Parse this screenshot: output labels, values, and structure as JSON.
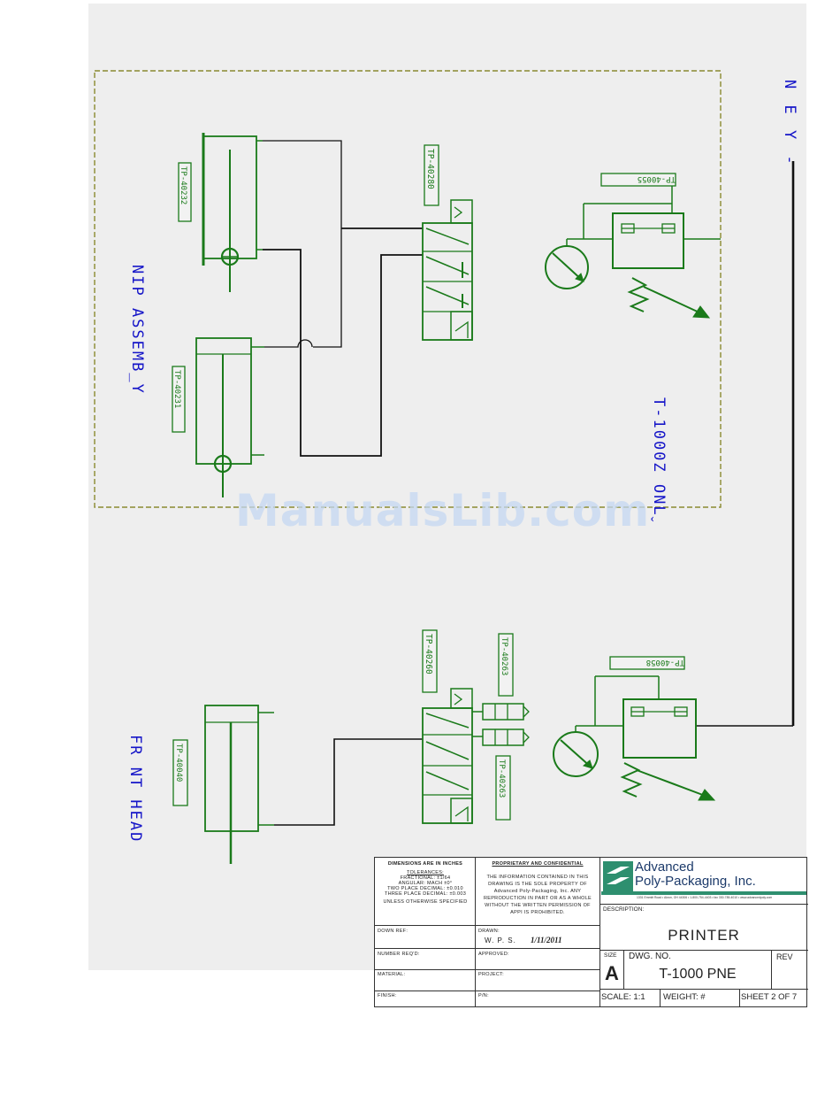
{
  "labels": {
    "exhaust_connection": "N E Y -",
    "nip_assembly": "NIP ASSEMB_Y",
    "only_note": "T-1000Z ONLˬ",
    "print_head": "FR NT HEAD",
    "part_nip_cyl_upper": "TP-40232",
    "part_nip_cyl_lower": "TP-40231",
    "part_nip_valve": "TP-40280",
    "part_nip_regulator": "TP-40055",
    "part_head_valve": "TP-40260",
    "part_head_cylinder": "TP-40040",
    "part_head_muffler_upper": "TP-40263",
    "part_head_muffler_lower": "TP-40263",
    "part_head_regulator": "TP-40058"
  },
  "watermark": "ManualsLib.com",
  "colors": {
    "component": "#1a7a1a",
    "label_blue": "#1515c8",
    "frame": "#8a8a30",
    "line": "#111111"
  },
  "title_block": {
    "dimensions": {
      "heading": "DIMENSIONS ARE IN INCHES",
      "tolerances": "TOLERANCES:",
      "fractional": "FRACTIONAL: ±1/64",
      "angular": "ANGULAR: MACH ±0°",
      "two_place": "TWO PLACE DECIMAL: ±0.010",
      "three_place": "THREE PLACE DECIMAL: ±0.003",
      "unless": "UNLESS OTHERWISE SPECIFIED"
    },
    "proprietary": {
      "heading": "PROPRIETARY AND CONFIDENTIAL",
      "body": "THE INFORMATION CONTAINED IN THIS DRAWING IS THE SOLE PROPERTY OF Advanced Poly-Packaging, Inc. ANY REPRODUCTION IN PART OR AS A WHOLE WITHOUT THE WRITTEN PERMISSION OF APPI IS PROHIBITED."
    },
    "company_line1": "Advanced",
    "company_line2": "Poly-Packaging, Inc.",
    "company_address": "1331 Emmitt Road • Akron, OH 44306 • 1-800-754-4403 • fax 330-785-4010 • www.advancedpoly.com",
    "description_label": "DESCRIPTION:",
    "description": "PRINTER",
    "row1_left": "DOWN REF:",
    "row1_mid_label": "DRAWN:",
    "drawn_by": "W. P. S.",
    "drawn_date": "1/11/2011",
    "row2_left": "NUMBER REQ'D:",
    "row2_mid": "APPROVED:",
    "row3_left": "MATERIAL:",
    "row3_mid": "PROJECT:",
    "row4_left": "FINISH:",
    "row4_mid": "P/N:",
    "size_label": "SIZE",
    "size": "A",
    "dwg_label": "DWG. NO.",
    "dwg_no": "T-1000 PNE",
    "rev_label": "REV",
    "scale": "SCALE: 1:1",
    "weight": "WEIGHT: #",
    "sheet": "SHEET 2 OF 7"
  }
}
